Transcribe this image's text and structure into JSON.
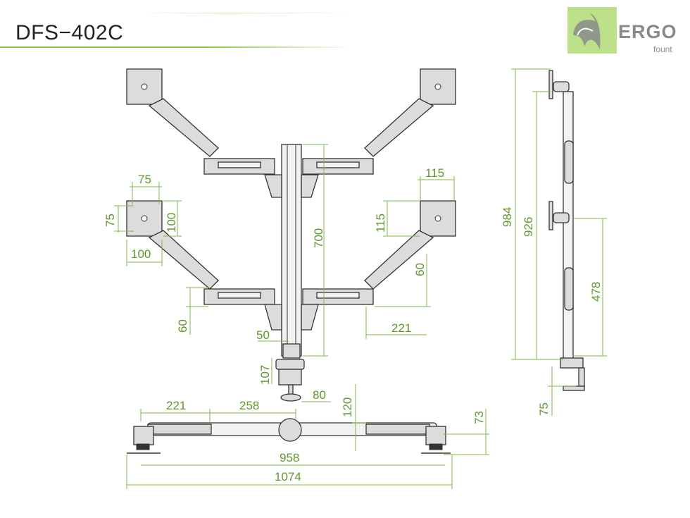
{
  "title": "DFS−402C",
  "logo": {
    "brand": "ERGO",
    "sub": "fount",
    "color": "#bde08a"
  },
  "colors": {
    "dimension": "#5d9a2b",
    "accent": "#8cc63f",
    "outline": "#333333"
  },
  "dimensions": {
    "vesa_w": "75",
    "vesa_h": "75",
    "vesa_w2": "100",
    "vesa_h2": "100",
    "tilt_left": "60",
    "pole_w": "50",
    "pole_h": "700",
    "right_top": "115",
    "right_h": "115",
    "right_60": "60",
    "right_221": "221",
    "clamp_107": "107",
    "clamp_80": "80",
    "top_221": "221",
    "top_258": "258",
    "top_120": "120",
    "top_73": "73",
    "top_958": "958",
    "top_1074": "1074",
    "side_984": "984",
    "side_926": "926",
    "side_478": "478",
    "side_75": "75"
  }
}
